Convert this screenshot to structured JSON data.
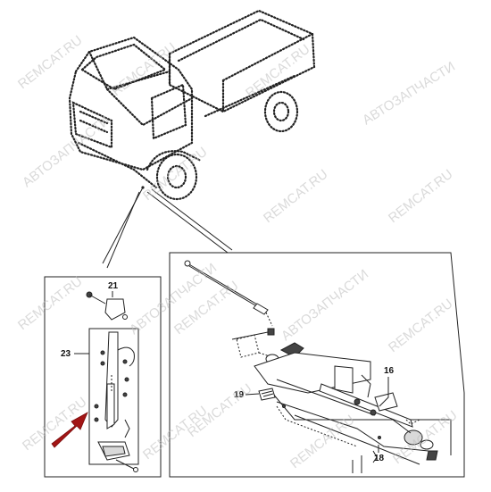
{
  "callouts": {
    "c21": "21",
    "c23": "23",
    "c16": "16",
    "c19": "19",
    "c18": "18"
  },
  "watermarks": [
    "REMCAT.RU",
    "REMCAT.RU",
    "REMCAT.RU",
    "АВТОЗАПЧАСТИ",
    "АВТОЗАПЧАСТИ",
    "REMCAT.RU",
    "REMCAT.RU",
    "REMCAT.RU",
    "REMCAT.RU",
    "АВТОЗАПЧАСТИ",
    "REMCAT.RU",
    "АВТОЗАПЧАСТИ",
    "REMCAT.RU",
    "REMCAT.RU",
    "REMCAT.RU",
    "REMCAT.RU",
    "REMCAT.RU",
    "REMCAT.RU"
  ],
  "colors": {
    "arrow": "#a31515",
    "line": "#222222",
    "watermark": "#bdbdbd"
  }
}
